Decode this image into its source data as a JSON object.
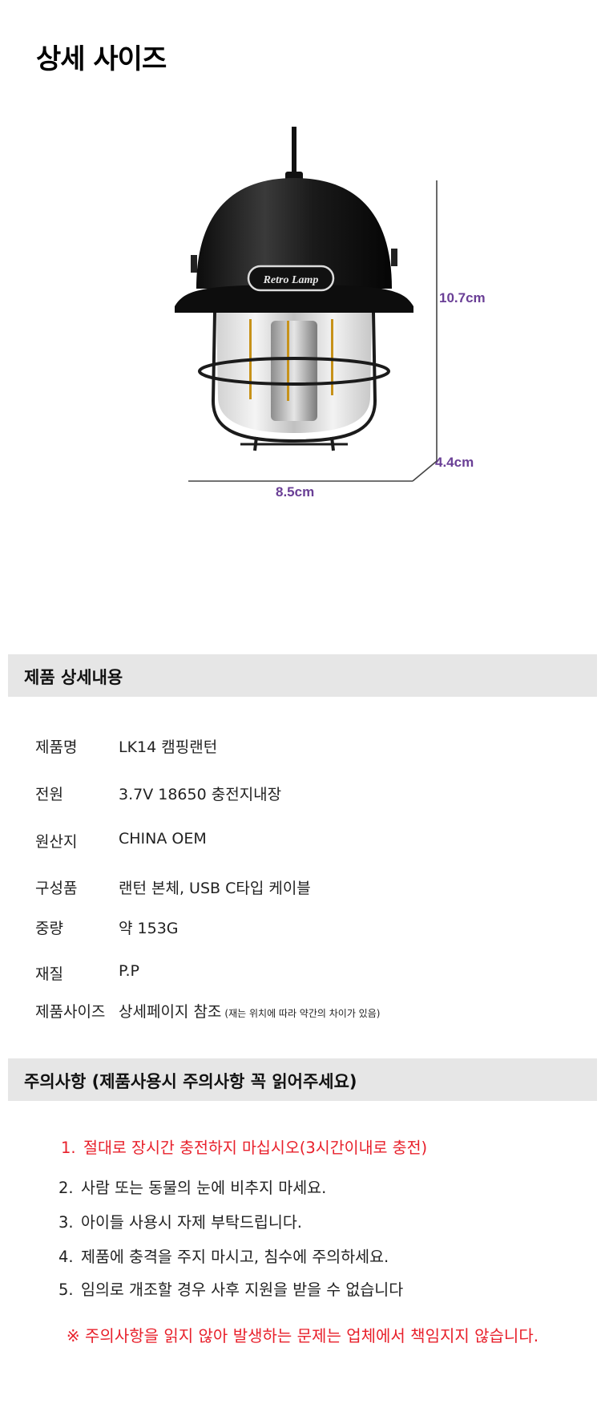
{
  "title": "상세 사이즈",
  "dimensions": {
    "height": "10.7cm",
    "depth": "4.4cm",
    "width": "8.5cm"
  },
  "product_badge": "Retro Lamp",
  "spec_section": {
    "title": "제품 상세내용",
    "rows": [
      {
        "label": "제품명",
        "value": "LK14 캠핑랜턴"
      },
      {
        "label": "전원",
        "value": "3.7V 18650 충전지내장"
      },
      {
        "label": "원산지",
        "value": "CHINA OEM"
      },
      {
        "label": "구성품",
        "value": "랜턴 본체, USB C타입 케이블"
      },
      {
        "label": "중량",
        "value": "약 153G"
      },
      {
        "label": "재질",
        "value": "P.P"
      },
      {
        "label": "제품사이즈",
        "value": "상세페이지 참조",
        "note": "(재는 위치에 따라 약간의 차이가 있음)"
      }
    ]
  },
  "caution_section": {
    "title": "주의사항 (제품사용시 주의사항 꼭 읽어주세요)",
    "items": [
      {
        "num": "1.",
        "text": "절대로 장시간 충전하지 마십시오(3시간이내로 충전)"
      },
      {
        "num": "2.",
        "text": "사람 또는 동물의 눈에 비추지 마세요."
      },
      {
        "num": "3.",
        "text": "아이들 사용시 자제 부탁드립니다."
      },
      {
        "num": "4.",
        "text": "제품에 충격을 주지 마시고, 침수에 주의하세요."
      },
      {
        "num": "5.",
        "text": "임의로 개조할 경우 사후 지원을 받을 수 없습니다"
      }
    ],
    "footer": "※ 주의사항을 읽지 않아 발생하는 문제는 업체에서 책임지지 않습니다."
  },
  "colors": {
    "accent_red": "#e8202b",
    "dimension_purple": "#6a3f96",
    "section_bg": "#e6e6e6"
  }
}
